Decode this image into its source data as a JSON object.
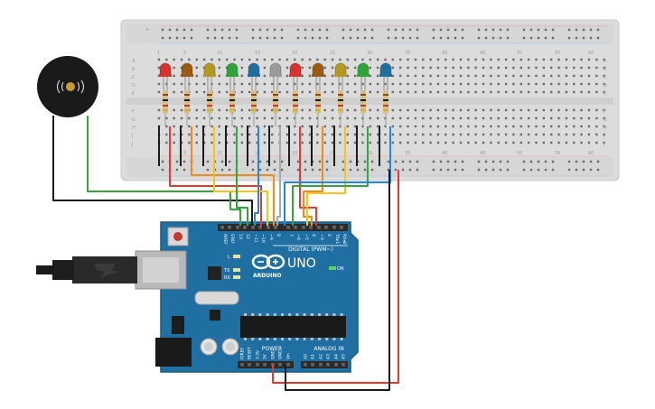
{
  "board": {
    "brand": "ARDUINO",
    "model": "UNO",
    "digital_header": "DIGITAL (PWM~)",
    "power_header": "POWER",
    "analog_header": "ANALOG IN",
    "on_label": "ON",
    "led_l": "L",
    "led_tx": "TX",
    "led_rx": "RX",
    "top_pins": [
      "AREF",
      "GND",
      "13",
      "12",
      "~11",
      "~10",
      "~9",
      "8",
      "7",
      "~6",
      "~5",
      "4",
      "~3",
      "2",
      "TX▸1",
      "RX◂0"
    ],
    "power_pins": [
      "IOREF",
      "RESET",
      "3.3V",
      "5V",
      "GND",
      "GND",
      "Vin"
    ],
    "analog_pins": [
      "A0",
      "A1",
      "A2",
      "A3",
      "A4",
      "A5"
    ],
    "colors": {
      "pcb": "#1f6fa3",
      "header": "#2b2b2b",
      "usb": "#b9b9b9"
    }
  },
  "breadboard": {
    "row_letters_top": [
      "A",
      "B",
      "C",
      "D",
      "E"
    ],
    "row_letters_bottom": [
      "F",
      "G",
      "H",
      "I",
      "J"
    ],
    "column_numbers": [
      "1",
      "5",
      "10",
      "15",
      "20",
      "25",
      "30",
      "35",
      "40",
      "45",
      "50",
      "55",
      "60"
    ],
    "rail_plus": "+",
    "rail_minus": "-"
  },
  "leds": [
    {
      "color": "red",
      "hex": "#d6322f"
    },
    {
      "color": "brown",
      "hex": "#9a5a14"
    },
    {
      "color": "olive",
      "hex": "#b29a1e"
    },
    {
      "color": "green",
      "hex": "#2ca43a"
    },
    {
      "color": "blue",
      "hex": "#1f6f9e"
    },
    {
      "color": "gray",
      "hex": "#9a9a9a"
    },
    {
      "color": "red",
      "hex": "#d6322f"
    },
    {
      "color": "brown",
      "hex": "#9a5a14"
    },
    {
      "color": "olive",
      "hex": "#b29a1e"
    },
    {
      "color": "green",
      "hex": "#2ca43a"
    },
    {
      "color": "blue",
      "hex": "#1f6f9e"
    }
  ],
  "piezo": {
    "symbol": "((●))"
  },
  "wire_colors": {
    "red": "#e53b2c",
    "orange": "#f08c1c",
    "yellow": "#f5c518",
    "green": "#35a63e",
    "blue": "#2489d6",
    "gray": "#a8a8a8",
    "black": "#1b1b1b"
  }
}
